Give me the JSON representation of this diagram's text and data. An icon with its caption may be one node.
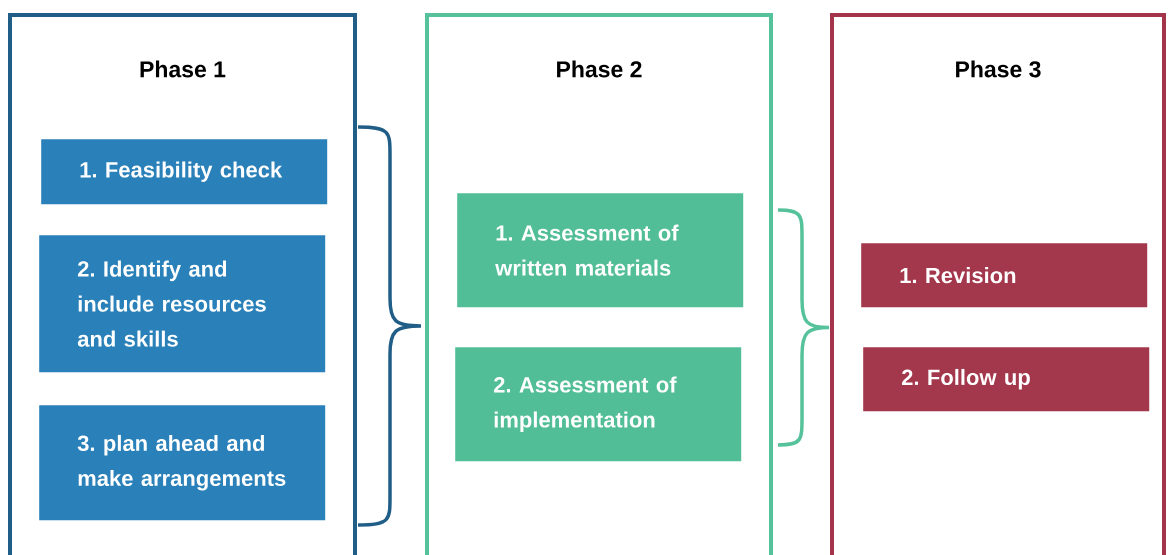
{
  "diagram": {
    "nodes": [
      {
        "text": [
          "Phase 1"
        ]
      },
      {
        "text": [
          "1. Feasibility check"
        ],
        "in": 0
      },
      {
        "text": [
          "2. Identify and include resources and skills"
        ],
        "in": 0
      },
      {
        "text": [
          "3. plan ahead and make arrangements"
        ],
        "in": 0
      },
      {
        "text": [
          "Phase 2"
        ]
      },
      {
        "text": [
          "1. Assessment of written materials"
        ],
        "in": 4
      },
      {
        "text": [
          "2. Assessment of implementation"
        ],
        "in": 4
      },
      {
        "text": [
          "Phase 3"
        ]
      },
      {
        "text": [
          "1. Revision"
        ],
        "in": 7
      },
      {
        "text": [
          "2. Follow up"
        ],
        "in": 7
      }
    ]
  }
}
